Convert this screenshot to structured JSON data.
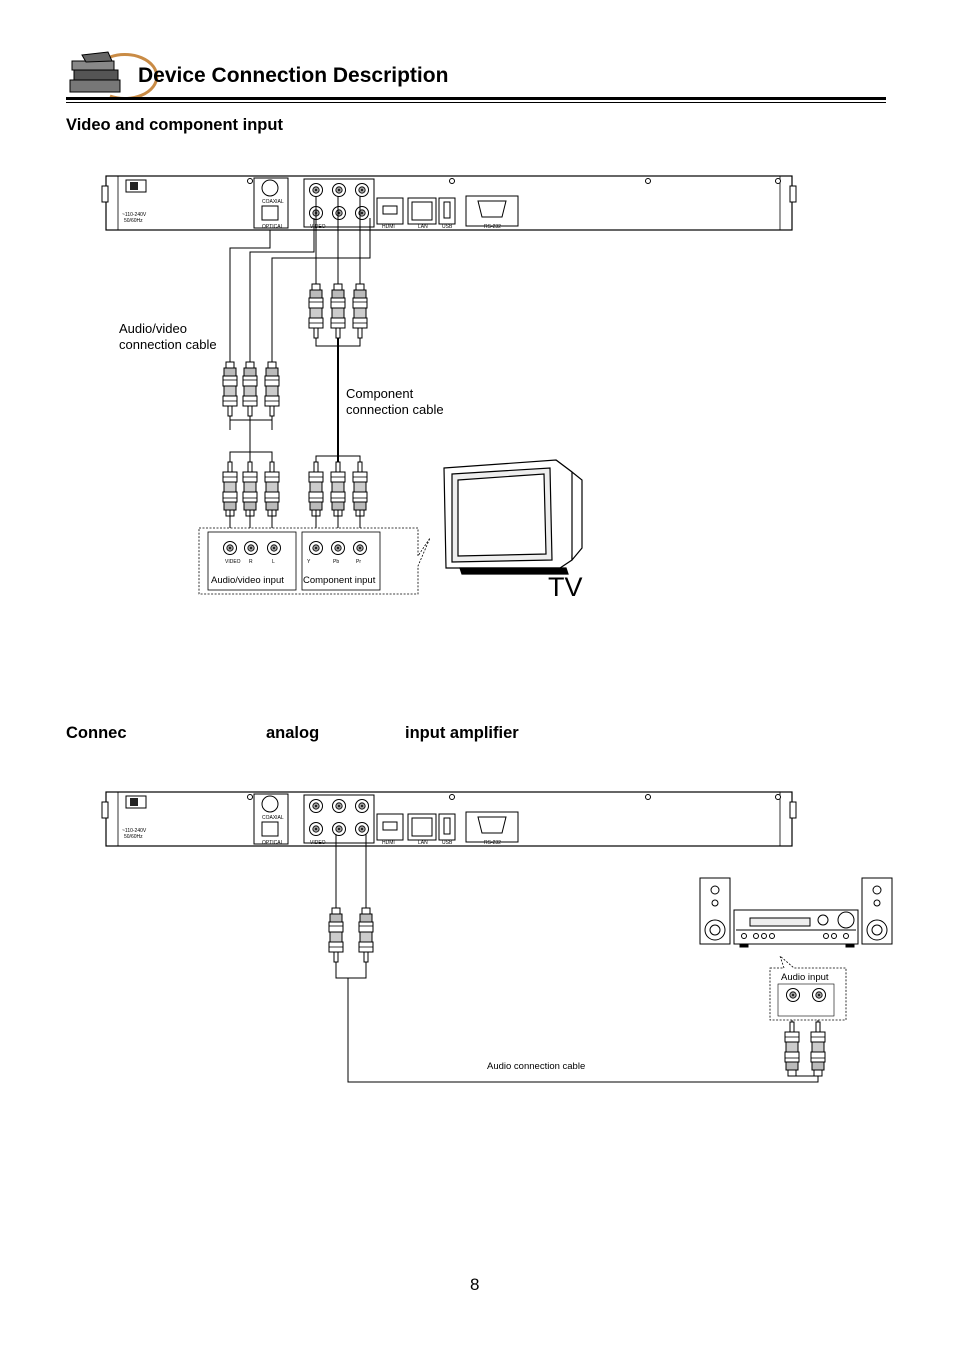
{
  "header": {
    "title": "Device Connection Description",
    "logo_icon": "books-icon"
  },
  "section1": {
    "title": "Video and component input",
    "cable_av": [
      "Audio/video",
      "connection cable"
    ],
    "cable_component": [
      "Component",
      "connection cable"
    ],
    "tv_panel": {
      "av_group": "Audio/video input",
      "component_group": "Component input",
      "av_jacks": [
        "VIDEO",
        "R",
        "L"
      ],
      "component_jacks": [
        "Y",
        "Pb",
        "Pr"
      ]
    },
    "tv_label": "TV"
  },
  "section2": {
    "title_parts": [
      "Connec",
      "analog",
      "input amplifier"
    ],
    "audio_input": "Audio input",
    "cable": "Audio connection cable"
  },
  "player_panel": {
    "coaxial": "COAXIAL",
    "optical": "OPTICAL",
    "power": [
      "~110-240V",
      "50/60Hz"
    ],
    "jack_row": "VIDEO",
    "ports": [
      "HDMI",
      "LAN",
      "USB",
      "RS-232"
    ]
  },
  "page_number": "8"
}
